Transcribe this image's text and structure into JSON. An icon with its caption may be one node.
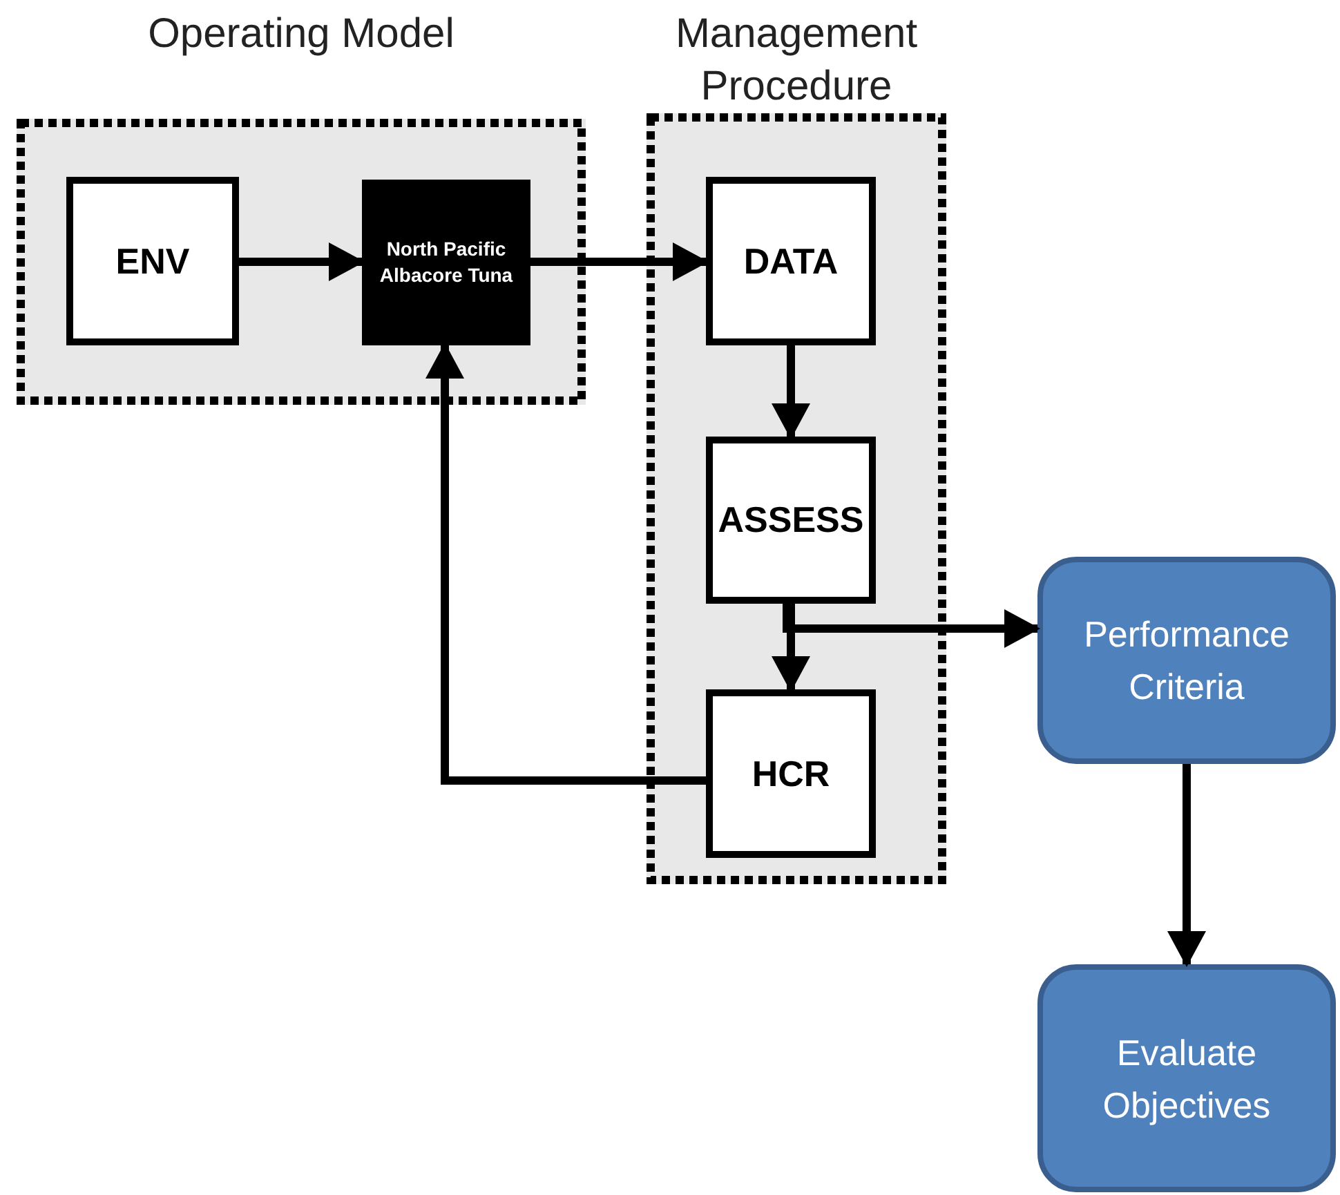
{
  "diagram": {
    "nodes": [
      {
        "text": [
          "Operating Model"
        ]
      },
      {
        "text": [
          "ENV"
        ],
        "in": 0
      },
      {
        "text": [
          "North Pacific Albacore Tuna"
        ],
        "in": 0
      },
      {
        "text": [
          "Management Procedure"
        ]
      },
      {
        "text": [
          "DATA"
        ],
        "in": 3
      },
      {
        "text": [
          "ASSESS"
        ],
        "in": 3
      },
      {
        "text": [
          "HCR"
        ],
        "in": 3
      },
      {
        "text": [
          "Performance Criteria"
        ]
      },
      {
        "text": [
          "Evaluate Objectives"
        ]
      }
    ],
    "edges": [
      {
        "from": 1,
        "to": 2,
        "arrow": "to"
      },
      {
        "from": 2,
        "to": 4,
        "arrow": "to"
      },
      {
        "from": 4,
        "to": 5,
        "arrow": "to"
      },
      {
        "from": 5,
        "to": 6,
        "arrow": "to"
      },
      {
        "from": 6,
        "to": 2,
        "arrow": "to"
      },
      {
        "from": 5,
        "to": 7,
        "arrow": "to"
      },
      {
        "from": 7,
        "to": 8,
        "arrow": "to"
      }
    ]
  }
}
